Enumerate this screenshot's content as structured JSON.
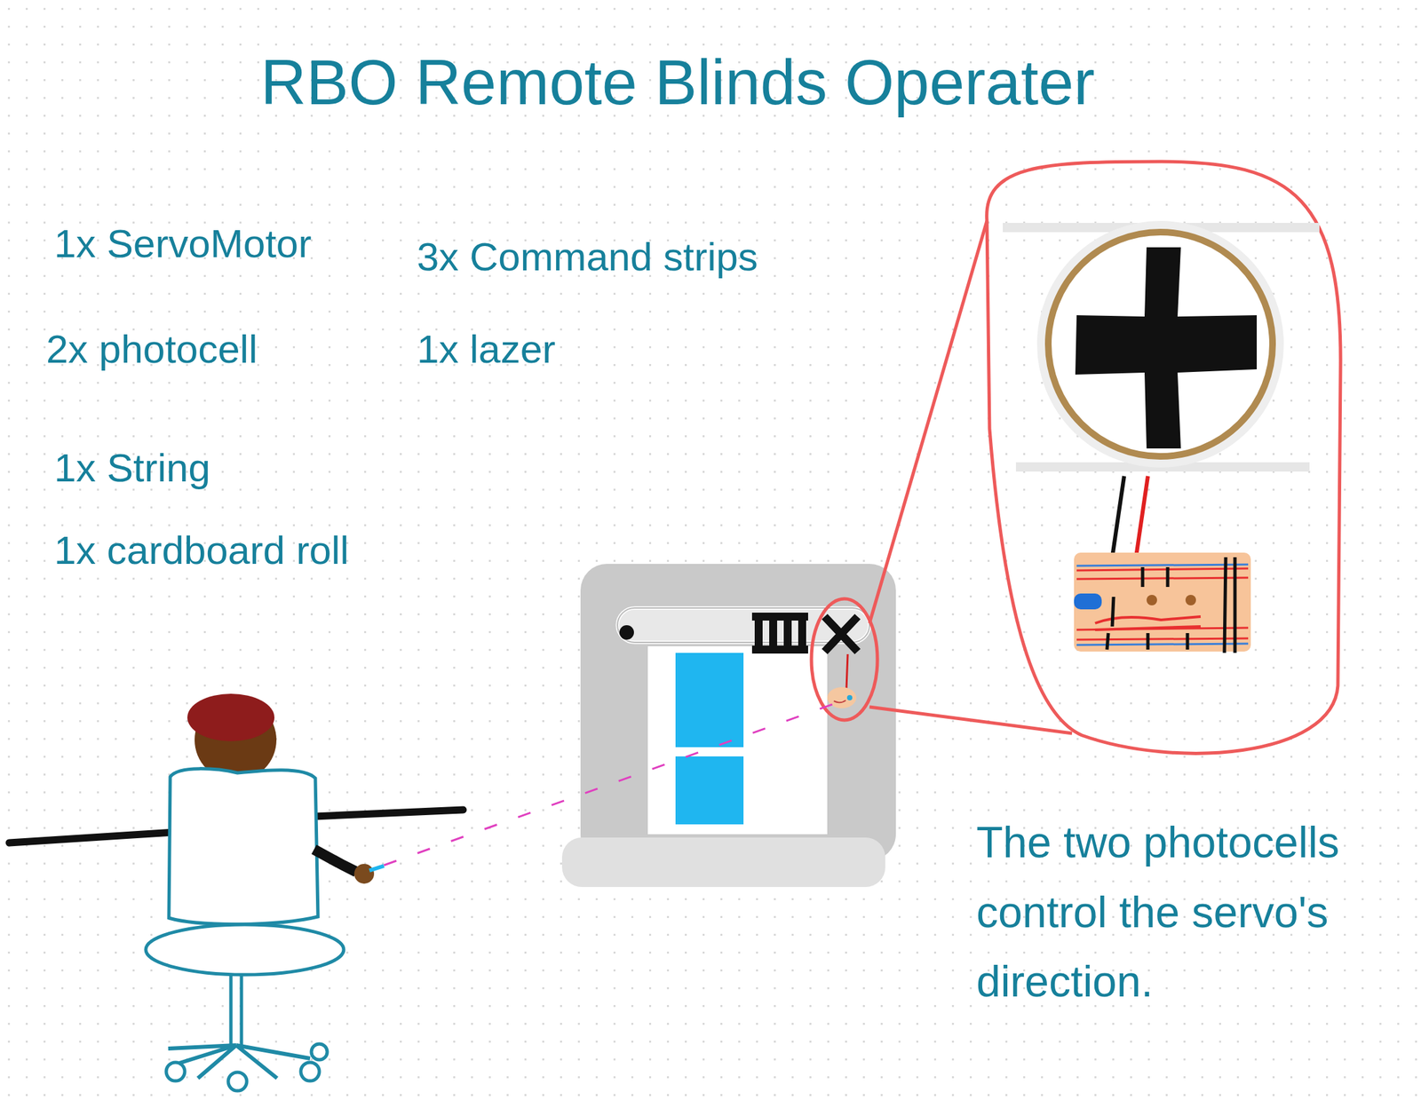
{
  "diagram": {
    "title": "RBO Remote Blinds Operater",
    "labels": [
      "1x ServoMotor",
      "2x photocell",
      "1x String",
      "1x cardboard roll",
      "3x Command strips",
      "1x lazer",
      "The two photocells control the servo's direction."
    ]
  }
}
